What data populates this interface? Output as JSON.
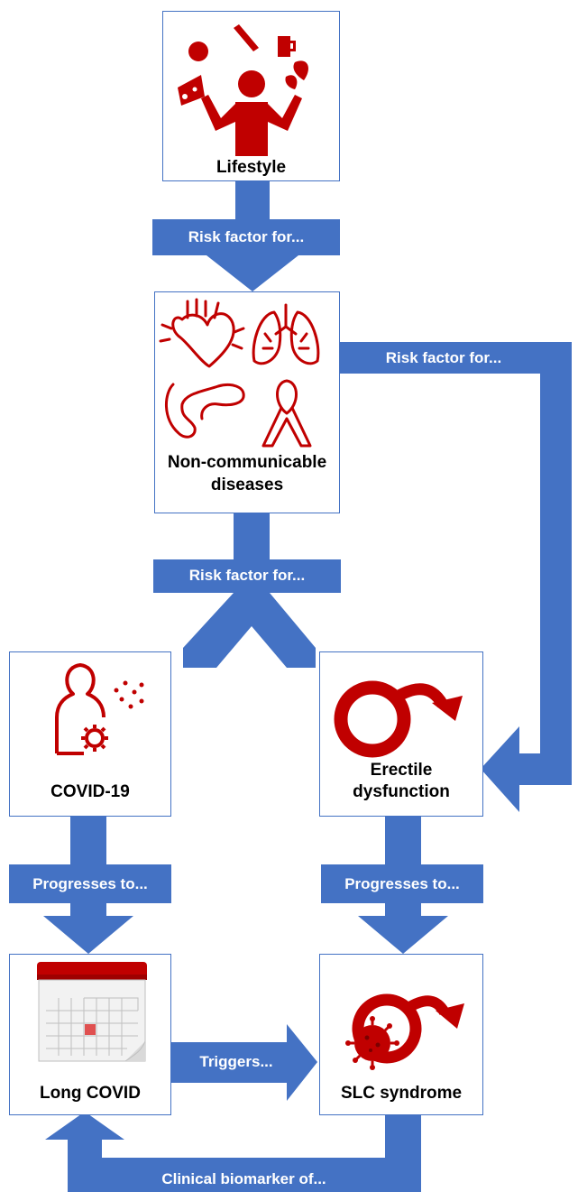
{
  "nodes": {
    "lifestyle": "Lifestyle",
    "ncd_line1": "Non-communicable",
    "ncd_line2": "diseases",
    "covid": "COVID-19",
    "ed_line1": "Erectile",
    "ed_line2": "dysfunction",
    "long_covid": "Long COVID",
    "slc": "SLC syndrome"
  },
  "edges": {
    "lifestyle_to_ncd": "Risk factor for...",
    "ncd_to_slc": "Risk factor for...",
    "ncd_to_covid_ed": "Risk factor for...",
    "covid_to_long_covid": "Progresses to...",
    "ed_to_slc": "Progresses to...",
    "long_covid_to_slc": "Triggers...",
    "slc_to_long_covid": "Clinical biomarker of..."
  },
  "colors": {
    "arrow": "#4472c4",
    "icon": "#c00000",
    "box_border": "#4472c4"
  }
}
